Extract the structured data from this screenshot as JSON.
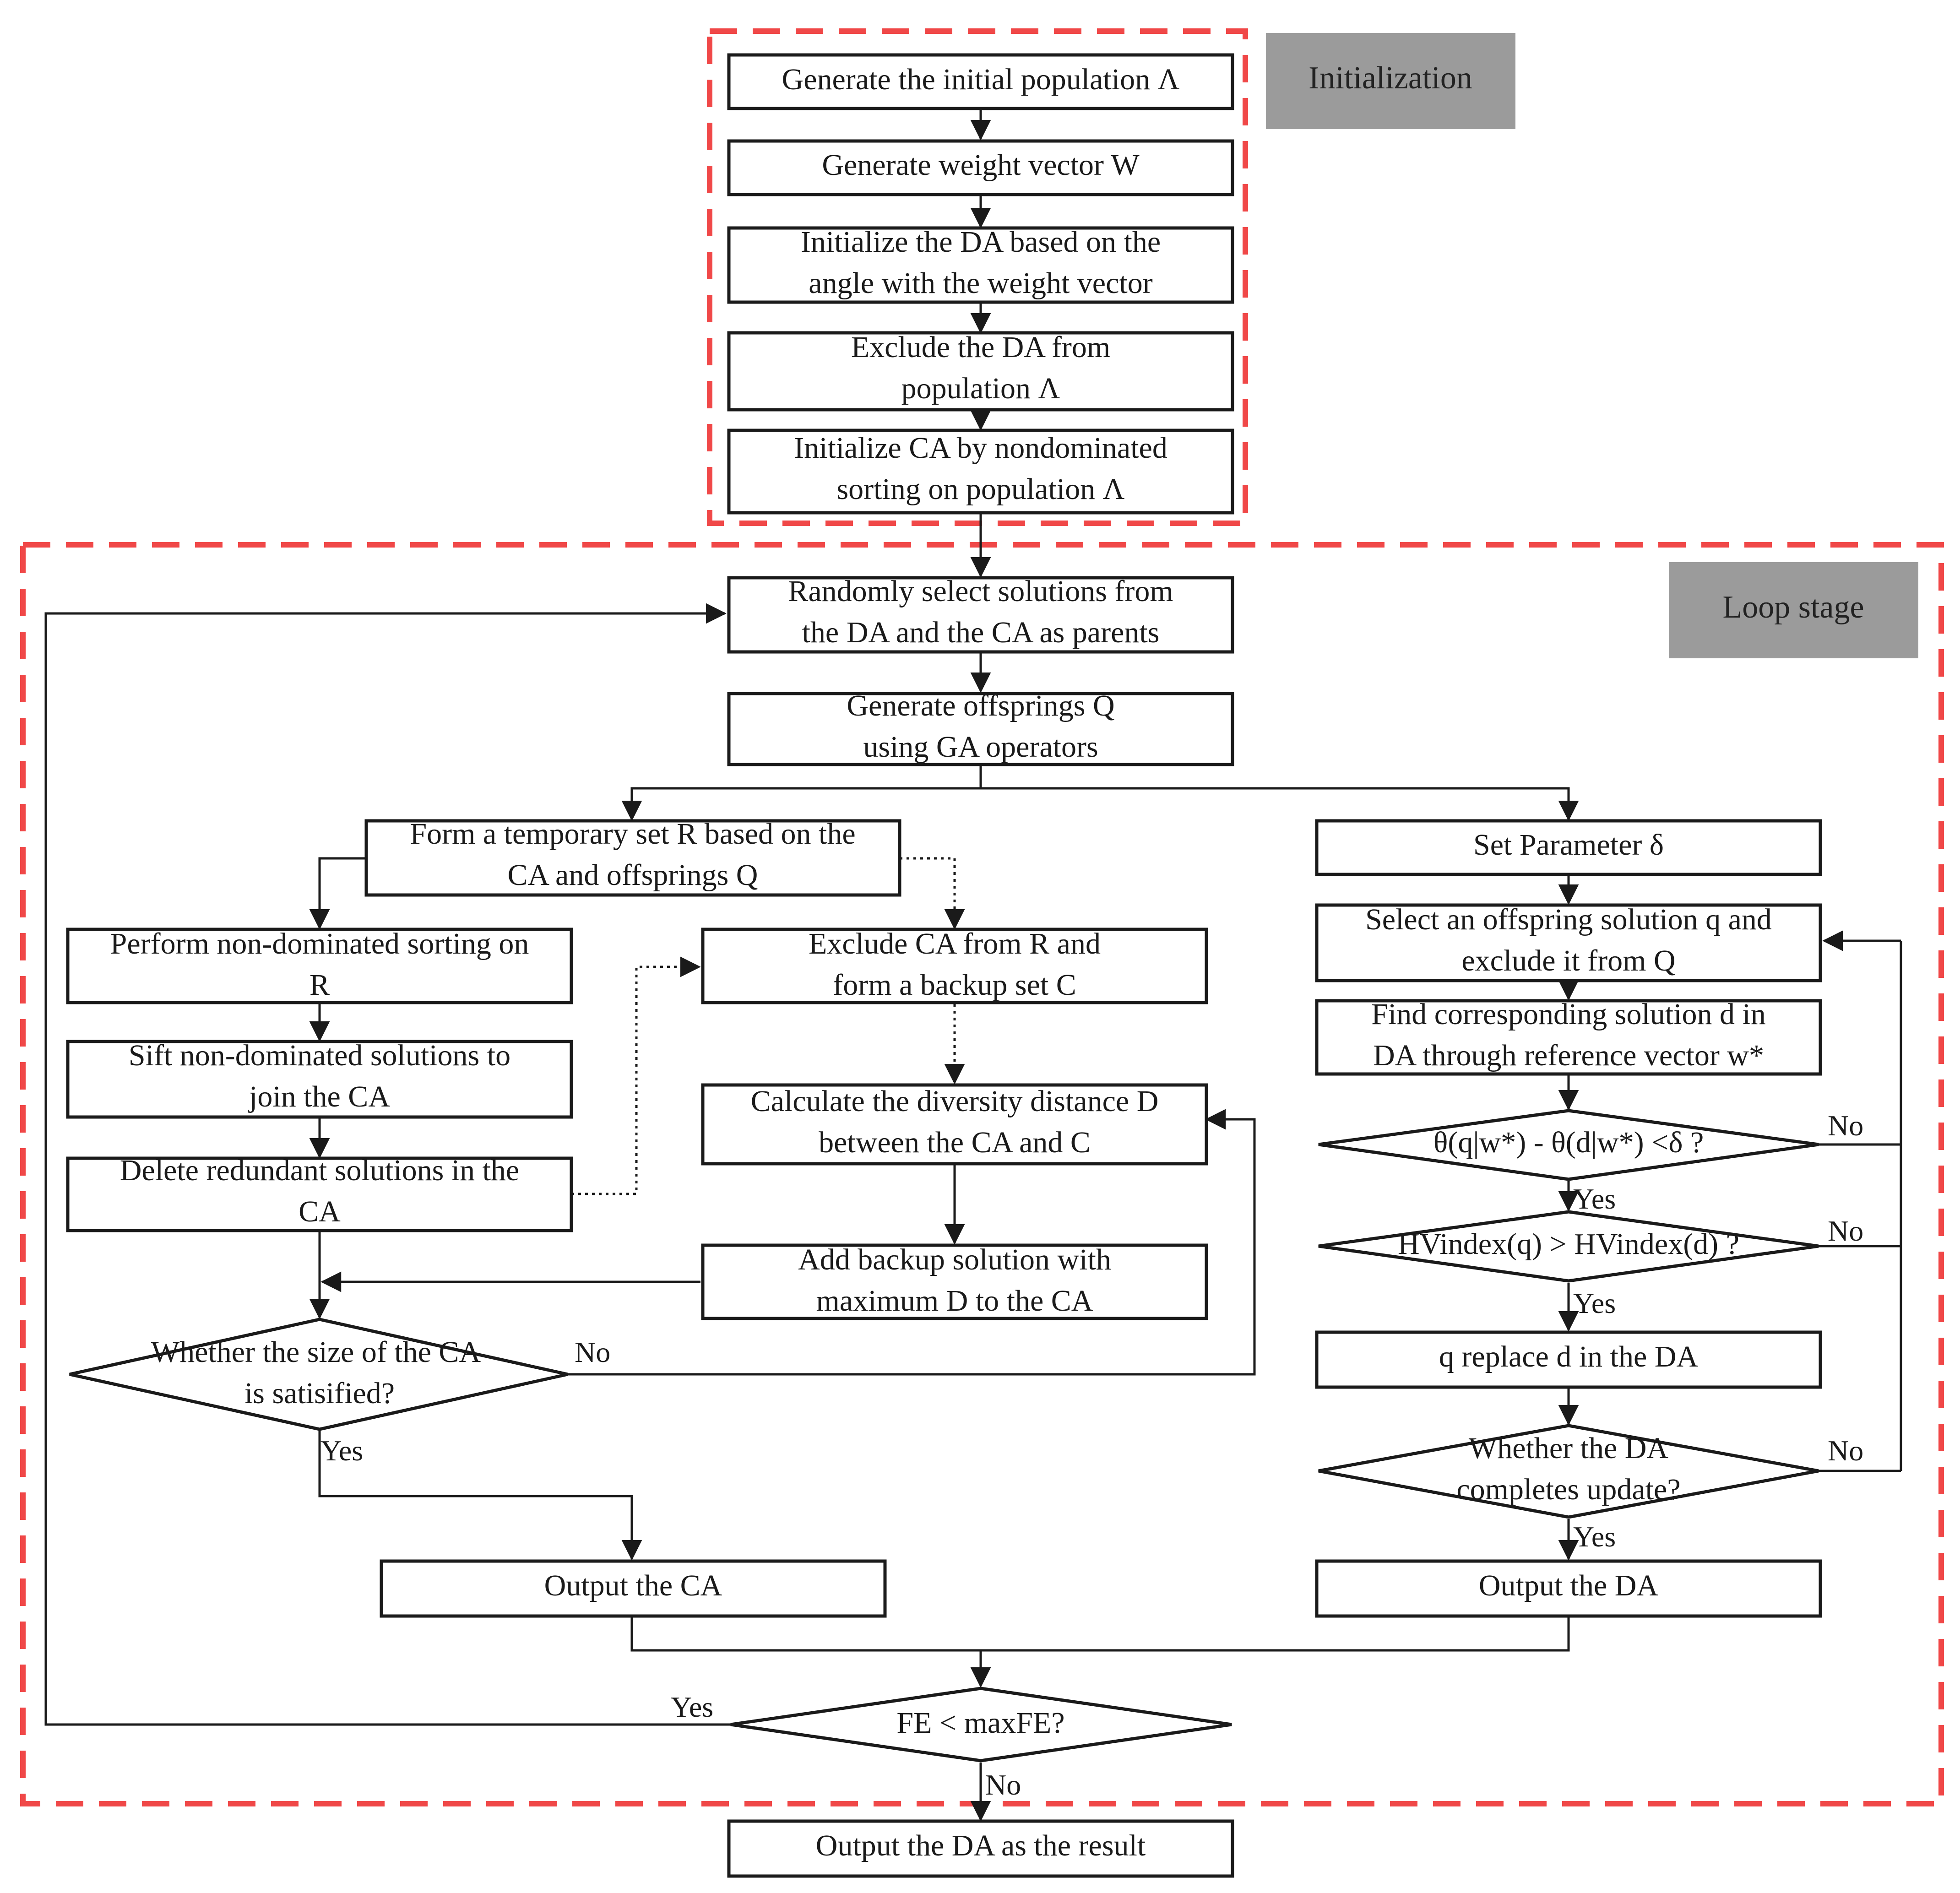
{
  "colors": {
    "stage_border": "#f04848",
    "stage_tag_fill": "#9b9b9b",
    "line": "#1a1a1a",
    "box_fill": "#ffffff"
  },
  "stages": {
    "initialization": "Initialization",
    "loop": "Loop stage"
  },
  "nodes": {
    "gen_pop": "Generate the initial population Λ",
    "gen_w": "Generate weight vector W",
    "init_da": [
      "Initialize the DA based on the",
      "angle with the weight vector"
    ],
    "exclude_da": [
      "Exclude the DA from",
      "population Λ"
    ],
    "init_ca": [
      "Initialize CA by nondominated",
      "sorting on population Λ"
    ],
    "select_parents": [
      "Randomly select solutions from",
      "the DA and  the CA as parents"
    ],
    "gen_offspring": [
      "Generate offsprings Q",
      "using GA operators"
    ],
    "form_r": [
      "Form a temporary set R based on the",
      "CA and offsprings Q"
    ],
    "nd_sort": [
      "Perform non-dominated sorting on",
      "R"
    ],
    "sift": [
      "Sift non-dominated solutions to",
      "join the CA"
    ],
    "del_redundant": [
      "Delete redundant solutions in the",
      "CA"
    ],
    "exclude_ca": [
      "Exclude CA from R and",
      "form a backup set C"
    ],
    "calc_dist": [
      "Calculate the diversity distance D",
      "between the CA and C"
    ],
    "add_backup": [
      "Add backup solution with",
      "maximum D to the CA"
    ],
    "ca_size": [
      "Whether the size of the CA",
      "is satisified?"
    ],
    "output_ca": "Output the CA",
    "set_param": "Set Parameter δ",
    "select_q": [
      "Select an offspring solution q and",
      "exclude it from Q"
    ],
    "find_d": [
      "Find corresponding solution d in",
      "DA through reference vector w*"
    ],
    "theta": "θ(q|w*) - θ(d|w*) <δ ?",
    "hv": "HVindex(q) > HVindex(d) ?",
    "replace": "q replace d in the DA",
    "da_update": [
      "Whether the DA",
      "completes update?"
    ],
    "output_da": "Output the DA",
    "fe_check": "FE < maxFE?",
    "output_result": "Output the DA as the result"
  },
  "edge_labels": {
    "yes": "Yes",
    "no": "No"
  }
}
